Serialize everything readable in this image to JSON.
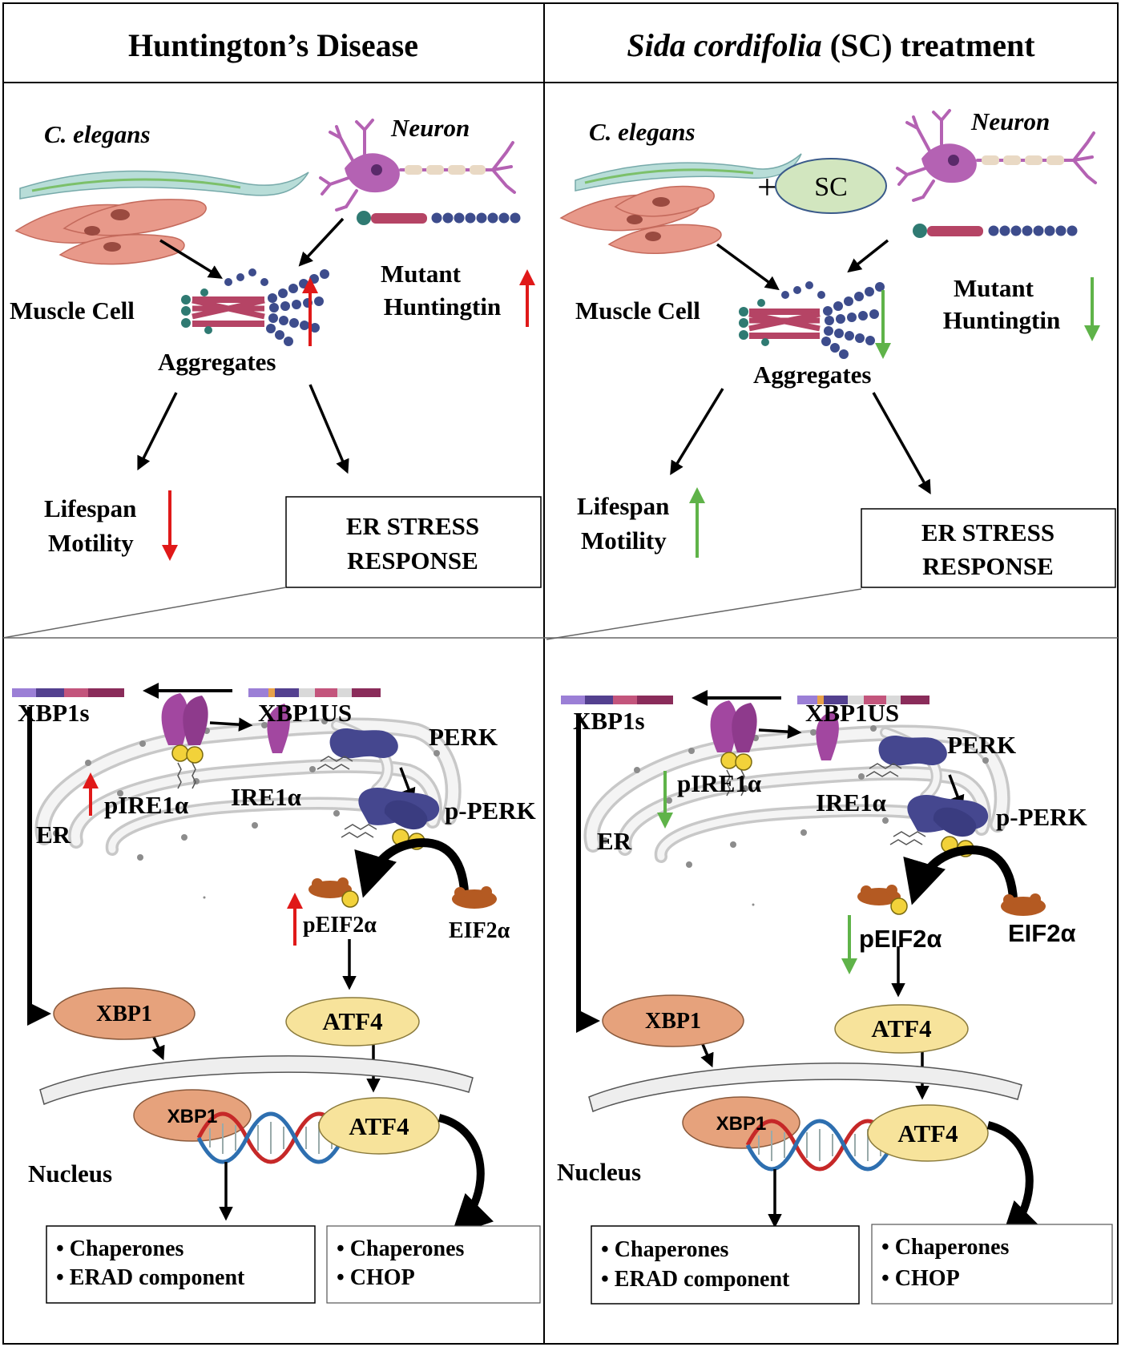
{
  "colors": {
    "increase_arrow": "#e01919",
    "decrease_arrow": "#5fb349",
    "aggregate_bead": "#3d4c8c",
    "aggregate_bar": "#b54465",
    "muscle_cell": "#e8998a",
    "neuron": "#b462b3",
    "sc_oval": "#d2e6bf",
    "xbp1_oval": "#e6a27c",
    "atf4_oval": "#f7e39b",
    "ire1": "#a247a0",
    "perk": "#45478f",
    "eif2": "#b45a22",
    "phospho": "#f2d23a",
    "er_membrane": "#d9d9d9"
  },
  "panels": [
    {
      "title": "Huntington’s Disease",
      "organism_label": "C. elegans",
      "neuron_label": "Neuron",
      "muscle_cell_label": "Muscle Cell",
      "mutant_label_1": "Mutant",
      "mutant_label_2": "Huntingtin",
      "aggregates_label": "Aggregates",
      "lifespan_label": "Lifespan",
      "motility_label": "Motility",
      "er_stress_1": "ER STRESS",
      "er_stress_2": "RESPONSE",
      "xbp1s_label": "XBP1s",
      "xbp1us_label": "XBP1US",
      "perk_label": "PERK",
      "pperk_label": "p-PERK",
      "pire1_label": "pIRE1α",
      "ire1_label": "IRE1α",
      "er_label": "ER",
      "peif2_label": "pEIF2α",
      "eif2_label": "EIF2α",
      "xbp1_label": "XBP1",
      "xbp1_nuc_label": "XBP1",
      "atf4_label": "ATF4",
      "atf4_nuc_label": "ATF4",
      "nucleus_label": "Nucleus",
      "box1_item1": "• Chaperones",
      "box1_item2": "• ERAD component",
      "box2_item1": "• Chaperones",
      "box2_item2": "• CHOP"
    },
    {
      "title_italic": "Sida cordifolia",
      "title_rest": " (SC) treatment",
      "organism_label": "C. elegans",
      "neuron_label": "Neuron",
      "plus_sign": "+",
      "sc_label": "SC",
      "muscle_cell_label": "Muscle Cell",
      "mutant_label_1": "Mutant",
      "mutant_label_2": "Huntingtin",
      "aggregates_label": "Aggregates",
      "lifespan_label": "Lifespan",
      "motility_label": "Motility",
      "er_stress_1": "ER STRESS",
      "er_stress_2": "RESPONSE",
      "xbp1s_label": "XBP1s",
      "xbp1us_label": "XBP1US",
      "perk_label": "PERK",
      "pperk_label": "p-PERK",
      "pire1_label": "pIRE1α",
      "ire1_label": "IRE1α",
      "er_label": "ER",
      "peif2_label": "pEIF2α",
      "eif2_label": "EIF2α",
      "xbp1_label": "XBP1",
      "xbp1_nuc_label": "XBP1",
      "atf4_label": "ATF4",
      "atf4_nuc_label": "ATF4",
      "nucleus_label": "Nucleus",
      "box1_item1": "• Chaperones",
      "box1_item2": "• ERAD component",
      "box2_item1": "• Chaperones",
      "box2_item2": "• CHOP"
    }
  ]
}
